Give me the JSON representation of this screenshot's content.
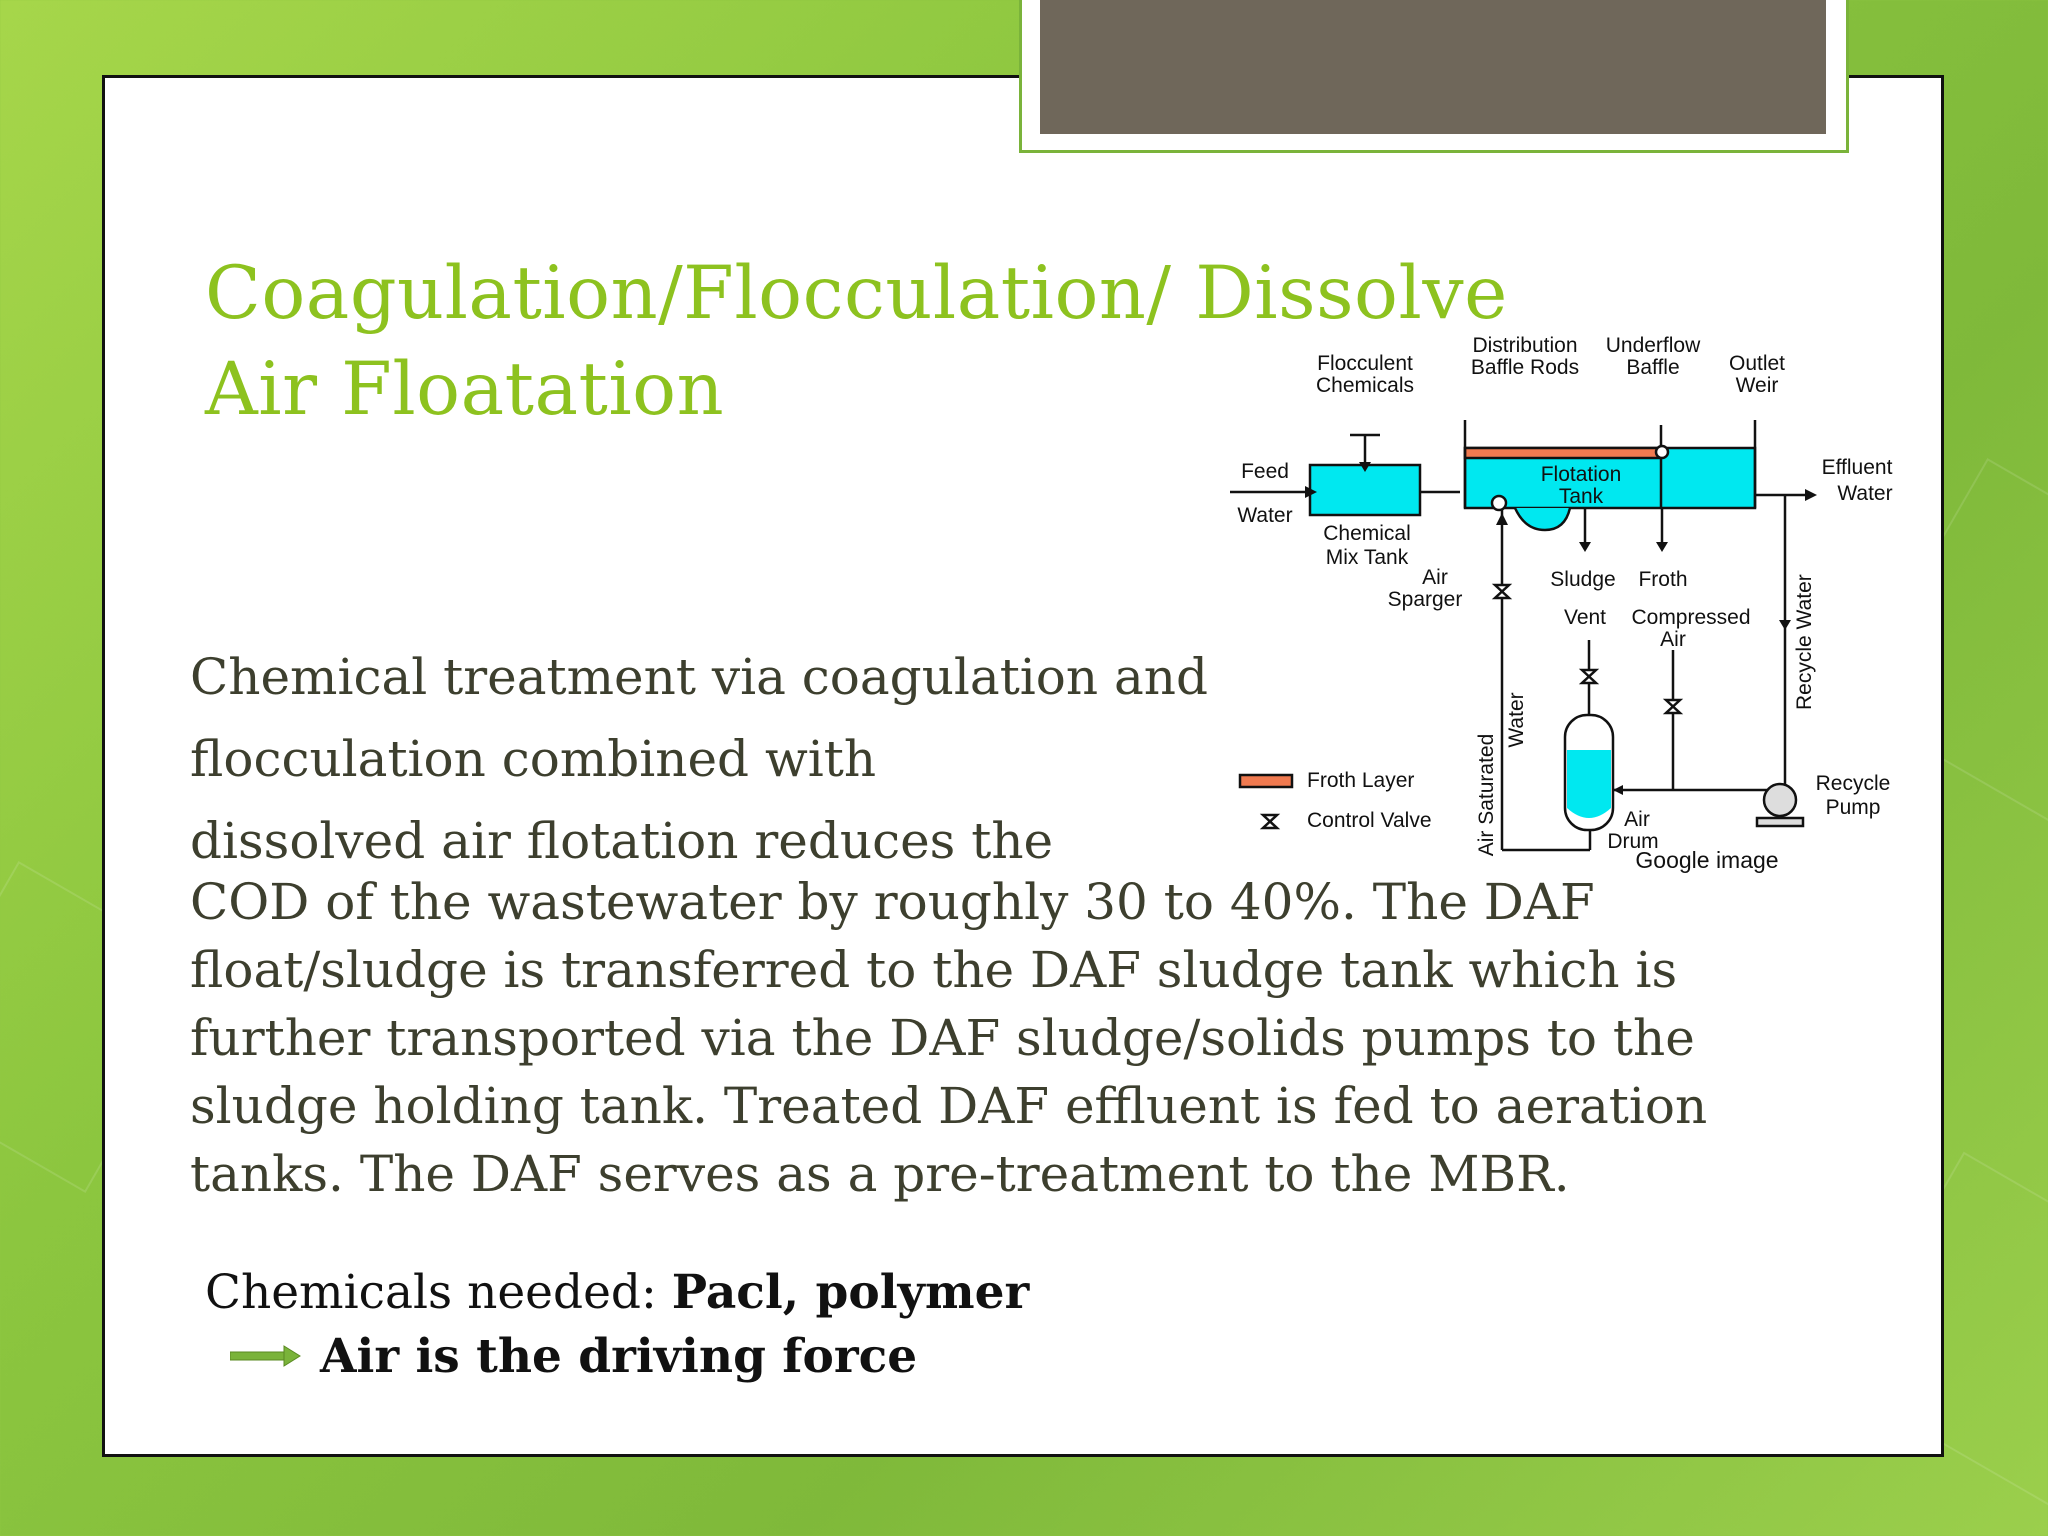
{
  "title": "Coagulation/Flocculation/ Dissolve Air Floatation",
  "body": {
    "p1_lines": [
      "Chemical treatment via coagulation and",
      "flocculation combined with",
      "dissolved air flotation reduces the"
    ],
    "p2_lines": [
      "COD of the wastewater by roughly 30 to 40%.  The DAF",
      "float/sludge is transferred to the DAF sludge tank which is",
      "further transported via the DAF sludge/solids pumps to the",
      "sludge holding tank. Treated DAF effluent is fed to aeration",
      "tanks. The DAF serves as a pre-treatment to the MBR."
    ]
  },
  "chemicals": {
    "label": "Chemicals needed: ",
    "value": "Pacl, polymer"
  },
  "note": "Air is the driving force",
  "diagram": {
    "labels": {
      "flocculent_1": "Flocculent",
      "flocculent_2": "Chemicals",
      "distribution_1": "Distribution",
      "distribution_2": "Baffle Rods",
      "underflow_1": "Underflow",
      "underflow_2": "Baffle",
      "outlet_1": "Outlet",
      "outlet_2": "Weir",
      "feed_1": "Feed",
      "feed_2": "Water",
      "effluent_1": "Effluent",
      "effluent_2": "Water",
      "flotation_1": "Flotation",
      "flotation_2": "Tank",
      "chemical_mix_1": "Chemical",
      "chemical_mix_2": "Mix Tank",
      "air_sparger_1": "Air",
      "air_sparger_2": "Sparger",
      "sludge": "Sludge",
      "froth": "Froth",
      "vent": "Vent",
      "compressed_1": "Compressed",
      "compressed_2": "Air",
      "recycle_water": "Recycle Water",
      "air_saturated_1": "Air Saturated",
      "air_saturated_2": "Water",
      "froth_layer": "Froth Layer",
      "control_valve": "Control Valve",
      "recycle_pump_1": "Recycle",
      "recycle_pump_2": "Pump",
      "air_drum_1": "Air",
      "air_drum_2": "Drum"
    },
    "credit": "Google image",
    "colors": {
      "water": "#00e8f0",
      "froth": "#f07a50",
      "line": "#111111"
    }
  },
  "theme": {
    "title_color": "#8dc21f",
    "body_color": "#3d3f2e",
    "accent": "#7ab33a",
    "tab_color": "#6f675a"
  }
}
